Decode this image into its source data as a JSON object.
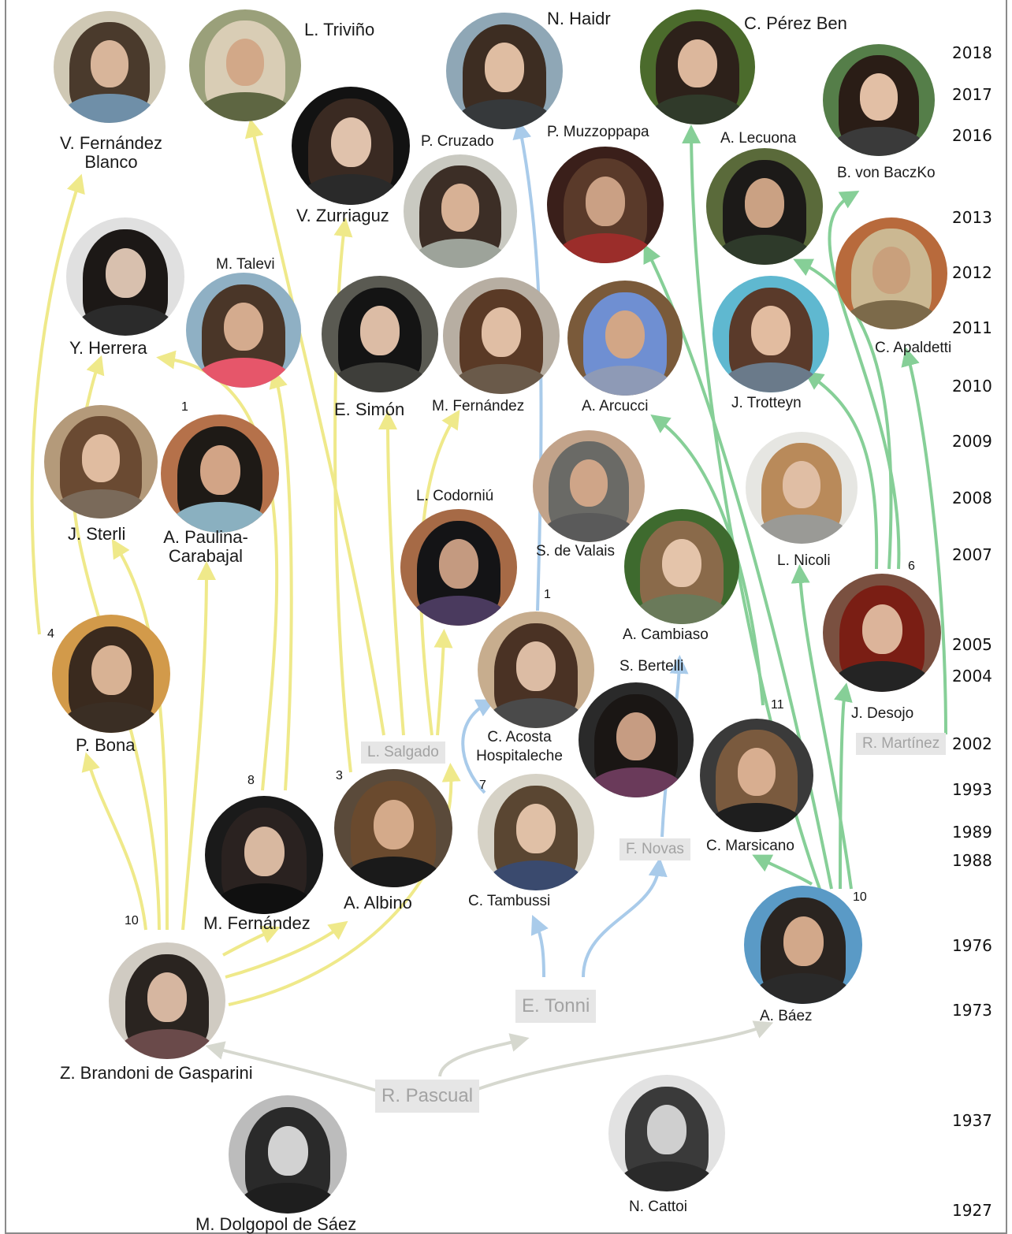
{
  "colors": {
    "yellow": "#efe98a",
    "green": "#86cf97",
    "blue": "#a9cbea",
    "gray": "#d6d8cf",
    "box_bg": "#e6e6e6",
    "box_text": "#a3a3a3"
  },
  "years": [
    "2018",
    "2017",
    "2016",
    "2013",
    "2012",
    "2011",
    "2010",
    "2009",
    "2008",
    "2007",
    "2005",
    "2004",
    "2002",
    "1993",
    "1989",
    "1988",
    "1976",
    "1973",
    "1937",
    "1927"
  ],
  "people": {
    "fernandez_blanco": {
      "name1": "V. Fernández",
      "name2": "Blanco"
    },
    "trivino": {
      "name": "L. Triviño"
    },
    "haidr": {
      "name": "N. Haidr"
    },
    "perez_ben": {
      "name": "C. Pérez Ben"
    },
    "zurriaguz": {
      "name": "V. Zurriaguz"
    },
    "cruzado": {
      "name": "P. Cruzado"
    },
    "muzzoppapa": {
      "name": "P. Muzzoppapa"
    },
    "lecuona": {
      "name": "A. Lecuona"
    },
    "von_baczko": {
      "name": "B. von BaczKo"
    },
    "herrera": {
      "name": "Y. Herrera"
    },
    "talevi": {
      "name": "M. Talevi"
    },
    "simon": {
      "name": "E. Simón"
    },
    "fernandez_m2": {
      "name": "M. Fernández"
    },
    "arcucci": {
      "name": "A. Arcucci"
    },
    "trotteyn": {
      "name": "J. Trotteyn"
    },
    "apaldetti": {
      "name": "C. Apaldetti"
    },
    "sterli": {
      "name": "J. Sterli"
    },
    "paulina": {
      "name1": "A. Paulina-",
      "name2": "Carabajal"
    },
    "codorniu": {
      "name": "L. Codorniú"
    },
    "de_valais": {
      "name": "S. de Valais"
    },
    "nicoli": {
      "name": "L. Nicoli"
    },
    "cambiaso": {
      "name": "A. Cambiaso"
    },
    "bona": {
      "name": "P. Bona"
    },
    "acosta": {
      "name1": "C. Acosta",
      "name2": "Hospitaleche"
    },
    "bertelli": {
      "name": "S. Bertelli"
    },
    "desojo": {
      "name": "J. Desojo"
    },
    "fernandez_m": {
      "name": "M. Fernández"
    },
    "albino": {
      "name": "A. Albino"
    },
    "tambussi": {
      "name": "C. Tambussi"
    },
    "marsicano": {
      "name": "C. Marsicano"
    },
    "baez": {
      "name": "A. Báez"
    },
    "brandoni": {
      "name": "Z. Brandoni de Gasparini"
    },
    "cattoi": {
      "name": "N. Cattoi"
    },
    "dolgopol": {
      "name": "M. Dolgopol de Sáez"
    }
  },
  "boxes": {
    "salgado": "L. Salgado",
    "martinez": "R. Martínez",
    "novas": "F. Novas",
    "tonni": "E. Tonni",
    "pascual": "R. Pascual"
  },
  "counts": {
    "bona": "4",
    "paulina": "1",
    "acosta": "1",
    "desojo": "6",
    "marsicano": "11",
    "fernandez_m": "8",
    "albino": "3",
    "tambussi": "7",
    "baez": "10",
    "brandoni": "10"
  }
}
